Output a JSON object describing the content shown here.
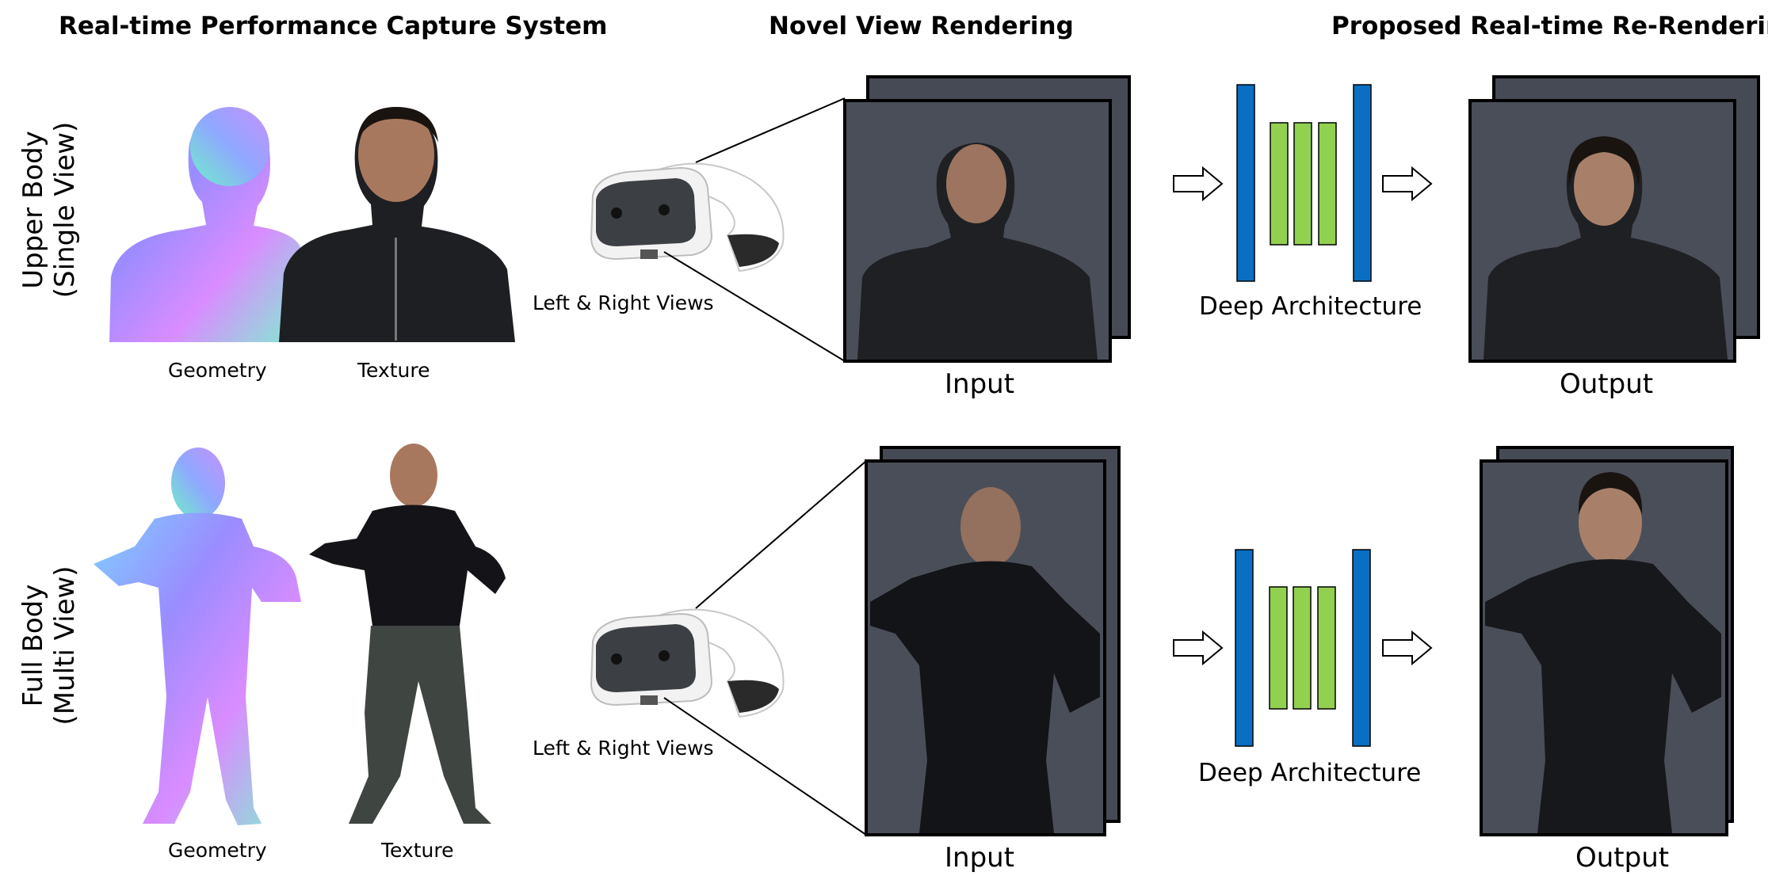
{
  "headers": {
    "capture": "Real-time Performance Capture System",
    "novel_view": "Novel View Rendering",
    "proposed": "Proposed Real-time Re-Rendering"
  },
  "rows": [
    {
      "side_label_line1": "Upper Body",
      "side_label_line2": "(Single View)",
      "geometry_label": "Geometry",
      "texture_label": "Texture",
      "views_label": "Left & Right Views",
      "input_label": "Input",
      "arch_label": "Deep Architecture",
      "output_label": "Output"
    },
    {
      "side_label_line1": "Full Body",
      "side_label_line2": "(Multi View)",
      "geometry_label": "Geometry",
      "texture_label": "Texture",
      "views_label": "Left & Right Views",
      "input_label": "Input",
      "arch_label": "Deep Architecture",
      "output_label": "Output"
    }
  ],
  "colors": {
    "frame_fill": "#4a4e58",
    "frame_back": "#464a54",
    "arch_blue": "#0a6fc2",
    "arch_green": "#92d050",
    "headset_white": "#f0f0f0",
    "visor_dark": "#3c3f44"
  }
}
